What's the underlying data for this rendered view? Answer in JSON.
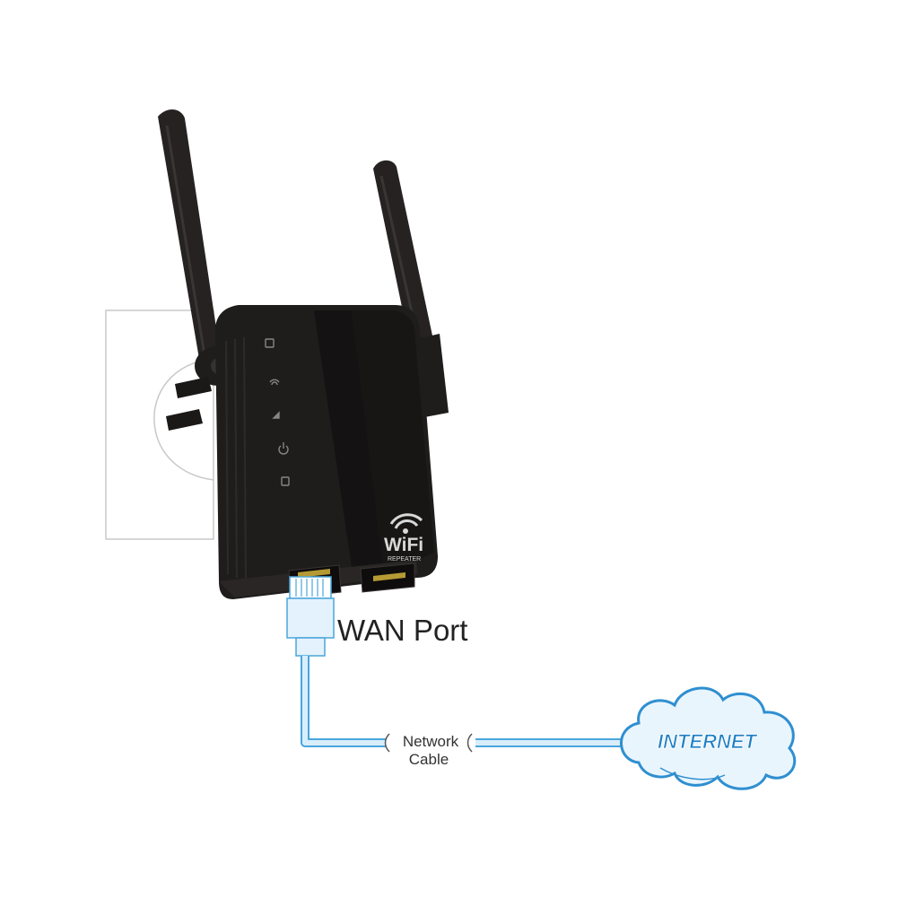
{
  "device": {
    "brand_mark": "WiFi",
    "brand_sub": "REPEATER"
  },
  "port_label": "WAN Port",
  "cable_label_line1": "Network",
  "cable_label_line2": "Cable",
  "cloud_label": "INTERNET",
  "colors": {
    "device_body": "#1f1c1c",
    "device_panel": "#141212",
    "antenna": "#262222",
    "cable": "#4aa6dc",
    "cable_fill": "#d8eefb",
    "cloud_stroke": "#2f8fd0",
    "cloud_fill": "#e9f5fd",
    "cloud_text": "#1f7fc4",
    "label": "#222222"
  },
  "icons": [
    "wps-icon",
    "wifi-signal-icon",
    "signal-icon",
    "power-icon",
    "lan-icon"
  ]
}
